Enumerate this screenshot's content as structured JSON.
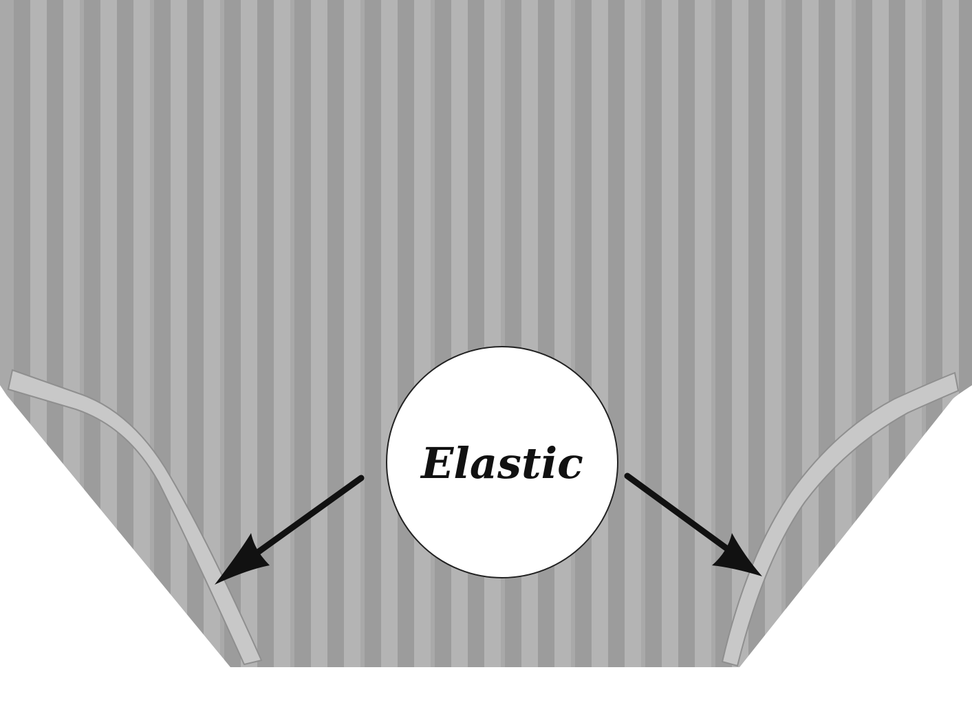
{
  "image": {
    "description_free": true,
    "colors": {
      "background": "#ffffff",
      "fabric_base": "#a9a9a9",
      "stripe_light": "#b4b4b4",
      "stripe_dark": "#9c9c9c",
      "elastic_band": "#c8c8c8",
      "elastic_edge": "#8f8f8f",
      "callout_fill": "#ffffff",
      "callout_stroke": "#222222",
      "arrow": "#111111",
      "text": "#111111"
    }
  },
  "callout": {
    "label": "Elastic",
    "icon": "circle-callout"
  },
  "arrows": [
    {
      "name": "arrow-left-icon",
      "direction": "down-left"
    },
    {
      "name": "arrow-right-icon",
      "direction": "down-right"
    }
  ]
}
